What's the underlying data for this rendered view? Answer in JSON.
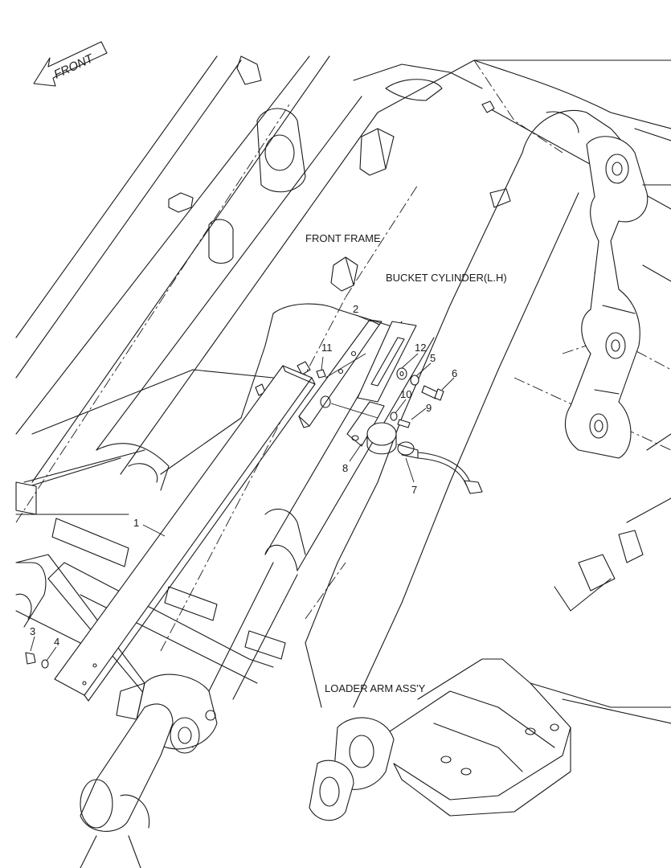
{
  "direction_arrow": {
    "label": "FRONT",
    "icon": "front-arrow-icon"
  },
  "labels": {
    "front_frame": "FRONT FRAME",
    "bucket_cylinder": "BUCKET CYLINDER(L.H)",
    "loader_arm": "LOADER ARM ASS'Y"
  },
  "callouts": [
    "1",
    "2",
    "3",
    "4",
    "5",
    "6",
    "7",
    "8",
    "9",
    "10",
    "11",
    "12"
  ]
}
